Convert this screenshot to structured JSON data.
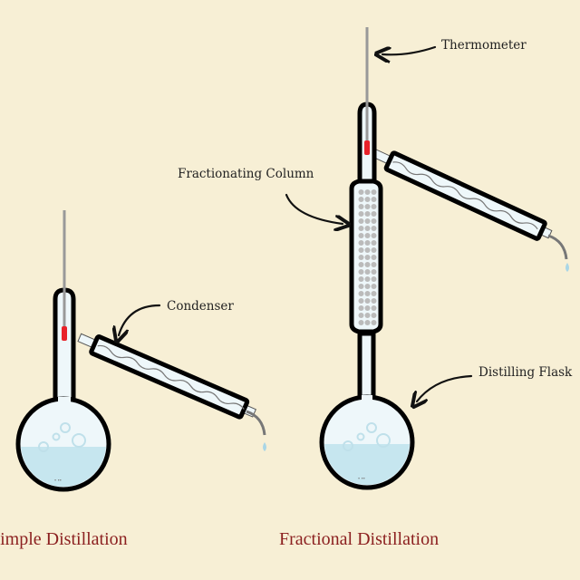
{
  "labels": {
    "thermometer": "Thermometer",
    "fractionating_column": "Fractionating Column",
    "condenser": "Condenser",
    "distilling_flask": "Distilling Flask"
  },
  "titles": {
    "simple": "Simple Distillation",
    "fractional": "Fractional Distillation"
  },
  "colors": {
    "background": "#f7efd5",
    "title": "#8b1f1f",
    "liquid": "#c6e6ef",
    "thermometer_bulb": "#e8222a"
  }
}
